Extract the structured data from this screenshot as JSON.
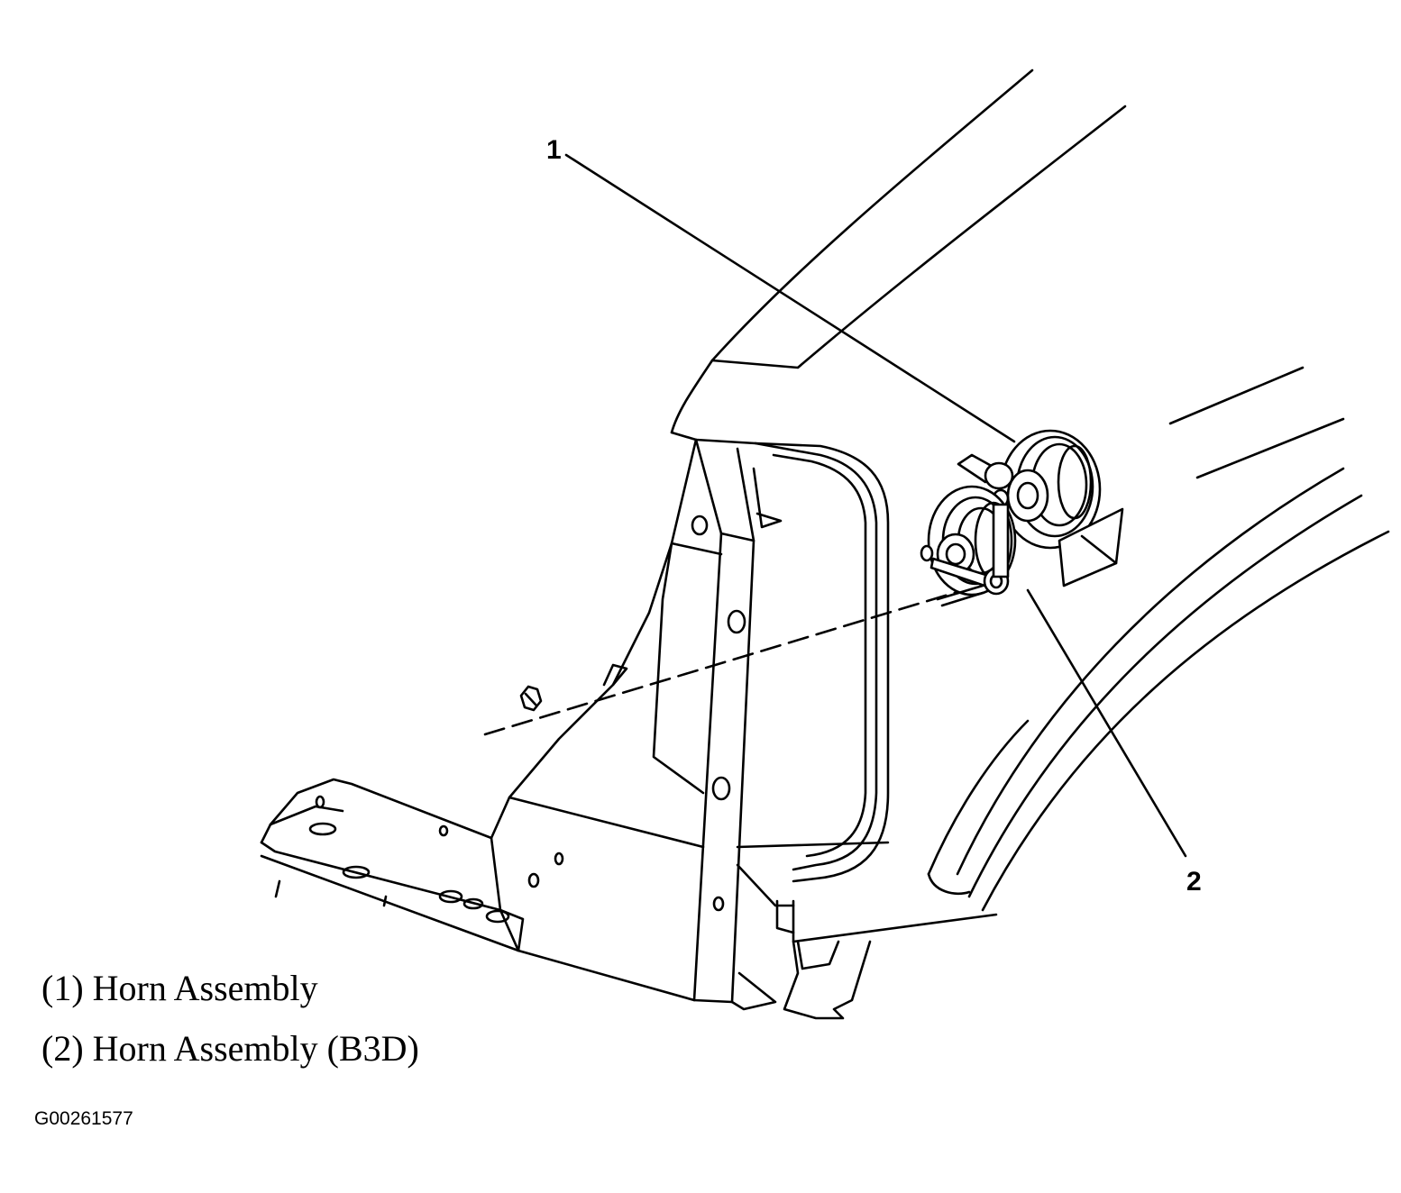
{
  "diagram": {
    "callouts": [
      {
        "number": "1"
      },
      {
        "number": "2"
      }
    ],
    "legend": [
      "(1) Horn Assembly",
      "(2) Horn Assembly (B3D)"
    ],
    "figure_id": "G00261577",
    "colors": {
      "ink": "#000000",
      "paper": "#ffffff"
    }
  }
}
